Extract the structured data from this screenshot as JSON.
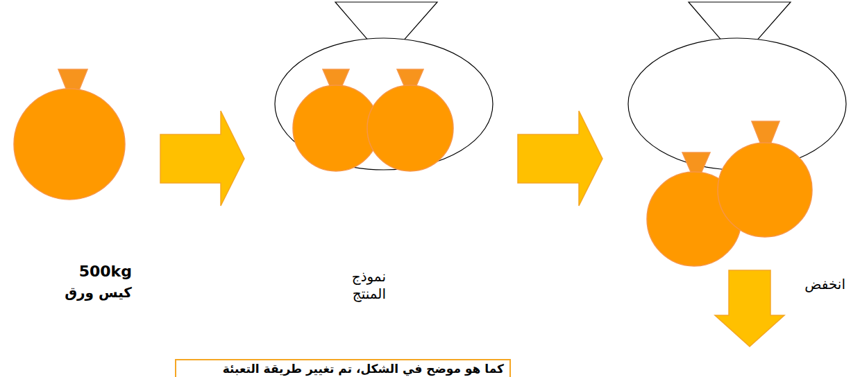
{
  "diagram": {
    "nodes": [
      {
        "text": [
          "500kg",
          "كيس ورق"
        ]
      },
      {
        "text": [
          "نموذج المنتج"
        ]
      },
      {
        "text": [
          "كما هو موضح في الشكل، تم تغيير طريقة التعبئة"
        ]
      }
    ],
    "labels": [
      "انخفض"
    ]
  }
}
